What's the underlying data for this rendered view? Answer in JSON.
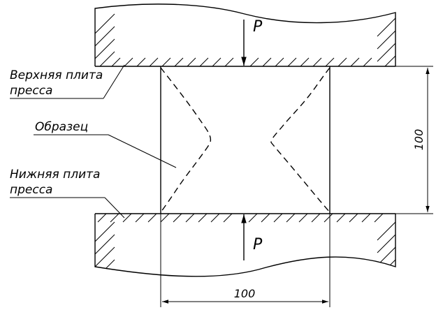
{
  "labels": {
    "upper_plate_line1": "Верхняя плита",
    "upper_plate_line2": "пресса",
    "specimen": "Образец",
    "lower_plate_line1": "Нижняя плита",
    "lower_plate_line2": "пресса",
    "force_top": "P",
    "force_bottom": "P"
  },
  "dimensions": {
    "height": "100",
    "width": "100"
  },
  "colors": {
    "line": "#000000",
    "background": "#ffffff"
  }
}
